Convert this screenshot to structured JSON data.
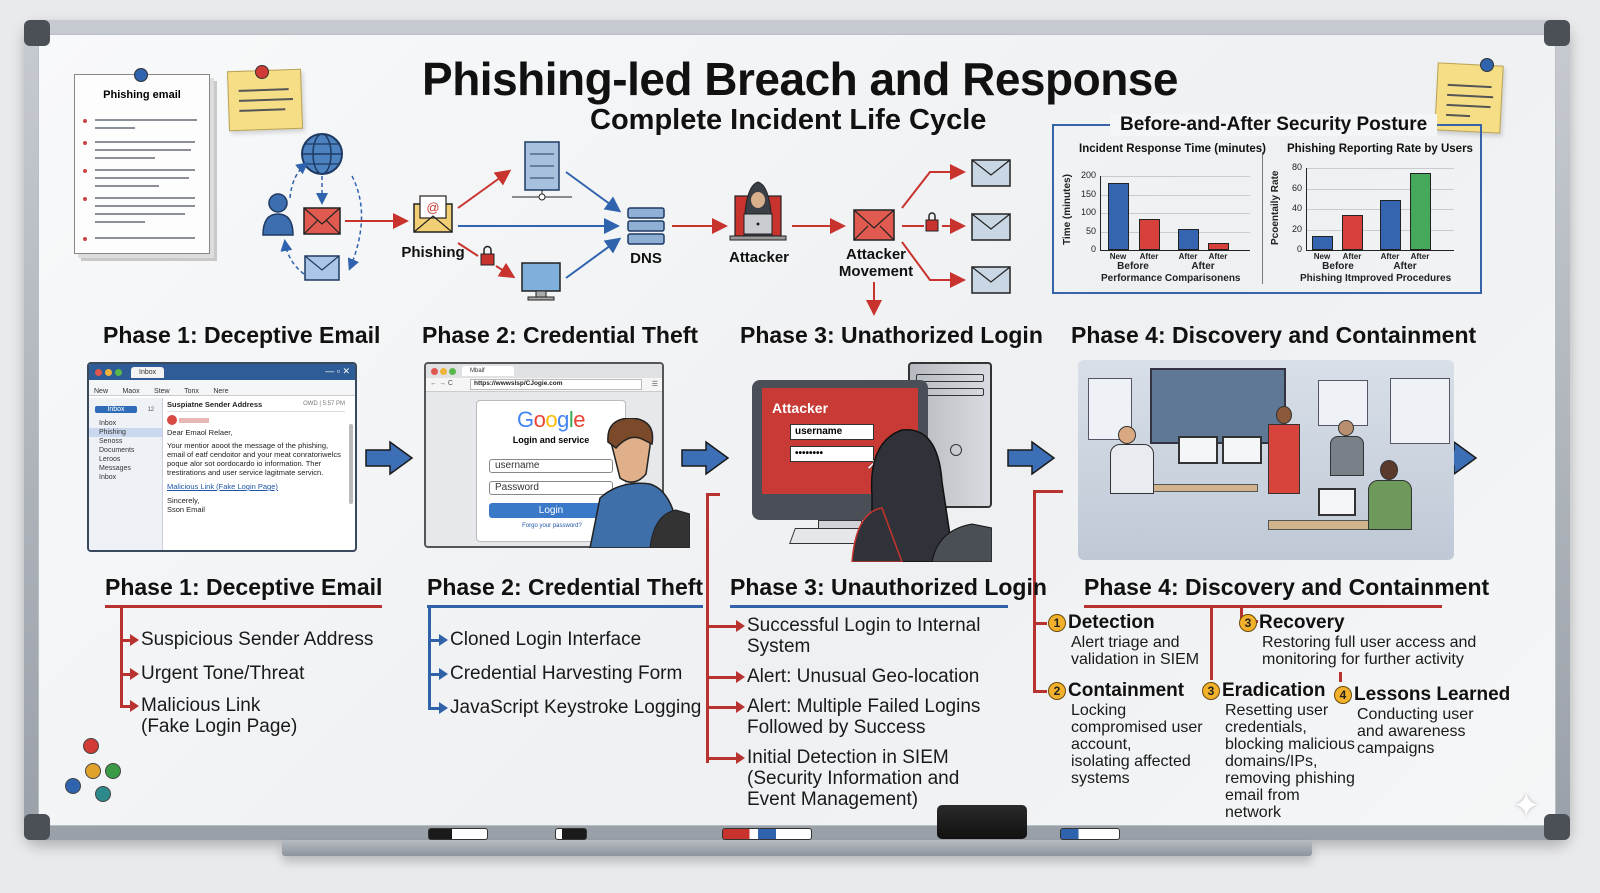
{
  "title": "Phishing-led Breach and Response",
  "subtitle": "Complete Incident Life Cycle",
  "paper_note": {
    "title": "Phishing email"
  },
  "flow": {
    "phishing_label": "Phishing",
    "dns_label": "DNS",
    "attacker_label": "Attacker",
    "attacker_movement_label": "Attacker Movement"
  },
  "phase_headers": [
    "Phase 1: Deceptive Email",
    "Phase 2: Credential Theft",
    "Phase 3: Unathorized Login",
    "Phase 4: Discovery and Containment"
  ],
  "email_client": {
    "tab": "Inbox",
    "toolbar": [
      "New",
      "Maox",
      "Stew",
      "Tonx",
      "Nere"
    ],
    "folder_button": "Inbox",
    "folder_count": "12",
    "folders": [
      "Inbox",
      "Phishing",
      "Senoss",
      "Documents",
      "Leroos",
      "Messages",
      "Inbox"
    ],
    "selected_folder_index": 1,
    "subject": "Suspiatne Sender Address",
    "time": "OWD | 5:57 PM",
    "greeting": "Dear Emaol Relaer,",
    "body": "Your mentior aooot the message of the phishing, email of eatf cendoitor and your meat conratoriwelcs poque alor sot oordocardo io information. Ther trestirations and user service lagitmate servicn.",
    "link": "Malicious Link (Fake Login Page)",
    "signoff": "Sincerely,",
    "signature": "Sson Email"
  },
  "browser": {
    "tab": "Mbaif",
    "url": "https://wwwslsp/CJogie.com",
    "brand": "Google",
    "heading": "Login and service",
    "username_placeholder": "username",
    "password_placeholder": "Password",
    "login_button": "Login",
    "forgot_link": "Forgo your password?"
  },
  "attacker_screen": {
    "heading": "Attacker",
    "username_value": "username",
    "password_value": "••••••••"
  },
  "phase1": {
    "title": "Phase 1: Deceptive Email",
    "items": [
      "Suspicious Sender Address",
      "Urgent Tone/Threat",
      "Malicious Link\n(Fake Login Page)"
    ]
  },
  "phase2": {
    "title": "Phase 2: Credential Theft",
    "items": [
      "Cloned Login Interface",
      "Credential Harvesting Form",
      "JavaScript Keystroke Logging"
    ]
  },
  "phase3": {
    "title": "Phase 3: Unauthorized Login",
    "items": [
      "Successful Login to Internal\nSystem",
      "Alert: Unusual Geo-location",
      "Alert: Multiple Failed Logins\nFollowed by Success",
      "Initial Detection in SIEM\n(Security Information and\nEvent Management)"
    ]
  },
  "phase4": {
    "title": "Phase 4: Discovery and Containment",
    "steps": [
      {
        "num": "1",
        "title": "Detection",
        "desc": "Alert triage and\nvalidation in SIEM"
      },
      {
        "num": "2",
        "title": "Containment",
        "desc": "Locking\ncompromised user\naccount,\nisolating affected\nsystems"
      },
      {
        "num": "3",
        "title": "Eradication",
        "desc": "Resetting user\ncredentials,\nblocking malicious\ndomains/IPs,\nremoving phishing\nemail from\nnetwork"
      },
      {
        "num": "3",
        "title": "Recovery",
        "desc": "Restoring full user access and\nmonitoring for further activity"
      },
      {
        "num": "4",
        "title": "Lessons Learned",
        "desc": "Conducting user\nand awareness\ncampaigns"
      }
    ]
  },
  "posture": {
    "title": "Before-and-After Security Posture"
  },
  "chart_data": [
    {
      "type": "bar",
      "title": "Incident Response Time (minutes)",
      "ylabel": "Time (minutes)",
      "xlabel": "Performance Comparisonens",
      "ylim": [
        0,
        200
      ],
      "yticks": [
        0,
        50,
        100,
        150,
        200
      ],
      "grid": true,
      "groups": [
        "Before",
        "After"
      ],
      "categories": [
        "New",
        "After",
        "After",
        "After"
      ],
      "values": [
        180,
        83,
        57,
        18
      ],
      "colors": [
        "#3565b0",
        "#d6413b",
        "#3565b0",
        "#d6413b"
      ]
    },
    {
      "type": "bar",
      "title": "Phishing Reporting Rate by Users",
      "ylabel": "Pcoentaily Rate",
      "xlabel": "Phishing  Itmproved Procedures",
      "ylim": [
        0,
        80
      ],
      "yticks": [
        0,
        20,
        40,
        60,
        80
      ],
      "grid": true,
      "groups": [
        "Before",
        "After"
      ],
      "categories": [
        "New",
        "After",
        "After",
        "After"
      ],
      "values": [
        14,
        34,
        49,
        75
      ],
      "colors": [
        "#3565b0",
        "#d6413b",
        "#3565b0",
        "#45a85a"
      ]
    }
  ]
}
